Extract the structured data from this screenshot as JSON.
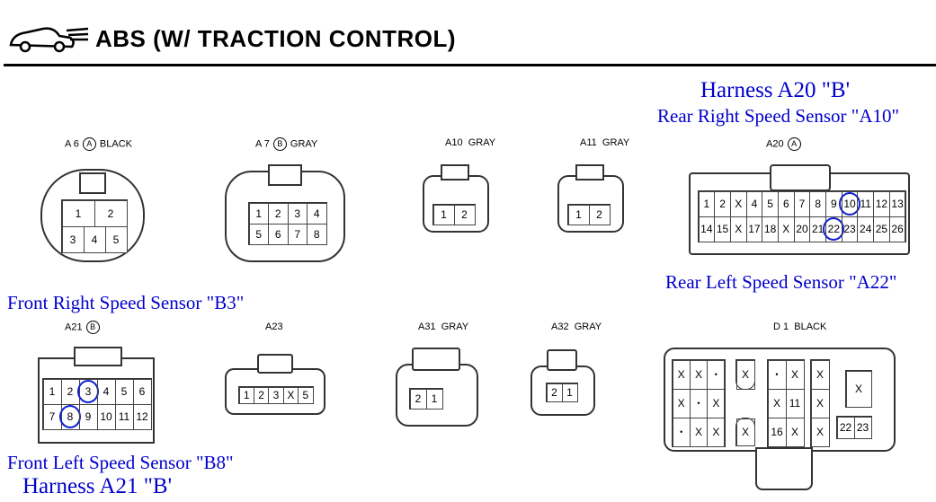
{
  "header": {
    "title": "ABS (W/ TRACTION CONTROL)",
    "logo_icon": "car-icon"
  },
  "annotations": {
    "harness_a20": "Harness A20  \"B'",
    "rear_right": "Rear Right Speed Sensor \"A10\"",
    "rear_left": "Rear Left Speed Sensor \"A22\"",
    "front_right": "Front Right Speed Sensor \"B3\"",
    "front_left": "Front Left Speed Sensor \"B8\"",
    "harness_a21": "Harness A21 \"B'"
  },
  "accent_color": "#0000cc",
  "connectors": {
    "a6": {
      "name": "A 6",
      "letter": "A",
      "color": "BLACK",
      "rows": [
        [
          "1",
          "2"
        ],
        [
          "3",
          "4",
          "5"
        ]
      ]
    },
    "a7": {
      "name": "A 7",
      "letter": "B",
      "color": "GRAY",
      "rows": [
        [
          "1",
          "2",
          "3",
          "4"
        ],
        [
          "5",
          "6",
          "7",
          "8"
        ]
      ]
    },
    "a10": {
      "name": "A10",
      "color": "GRAY",
      "rows": [
        [
          "1",
          "2"
        ]
      ]
    },
    "a11": {
      "name": "A11",
      "color": "GRAY",
      "rows": [
        [
          "1",
          "2"
        ]
      ]
    },
    "a20": {
      "name": "A20",
      "letter": "A",
      "rows": [
        [
          "1",
          "2",
          "X",
          "4",
          "5",
          "6",
          "7",
          "8",
          "9",
          "10",
          "11",
          "12",
          "13"
        ],
        [
          "14",
          "15",
          "X",
          "17",
          "18",
          "X",
          "20",
          "21",
          "22",
          "23",
          "24",
          "25",
          "26"
        ]
      ],
      "circled": [
        "10",
        "22"
      ]
    },
    "a21": {
      "name": "A21",
      "letter": "B",
      "rows": [
        [
          "1",
          "2",
          "3",
          "4",
          "5",
          "6"
        ],
        [
          "7",
          "8",
          "9",
          "10",
          "11",
          "12"
        ]
      ],
      "circled": [
        "3",
        "8"
      ]
    },
    "a23": {
      "name": "A23",
      "rows": [
        [
          "1",
          "2",
          "3",
          "X",
          "5"
        ]
      ]
    },
    "a31": {
      "name": "A31",
      "color": "GRAY",
      "rows": [
        [
          "2",
          "1"
        ]
      ]
    },
    "a32": {
      "name": "A32",
      "color": "GRAY",
      "rows": [
        [
          "2",
          "1"
        ]
      ]
    },
    "d1": {
      "name": "D 1",
      "color": "BLACK",
      "g1": [
        [
          "X",
          "X",
          "•"
        ],
        [
          "X",
          "•",
          "X"
        ],
        [
          "•",
          "X",
          "X"
        ]
      ],
      "g2": [
        [
          "X"
        ]
      ],
      "g2b": [
        [
          "X"
        ]
      ],
      "g3": [
        [
          "•",
          "X"
        ],
        [
          "X",
          "11"
        ],
        [
          "16",
          "X"
        ]
      ],
      "g4": [
        [
          "X"
        ],
        [
          "X"
        ],
        [
          "X"
        ]
      ],
      "g5": [
        [
          "X"
        ]
      ],
      "g6": [
        [
          "22",
          "23"
        ]
      ]
    }
  }
}
